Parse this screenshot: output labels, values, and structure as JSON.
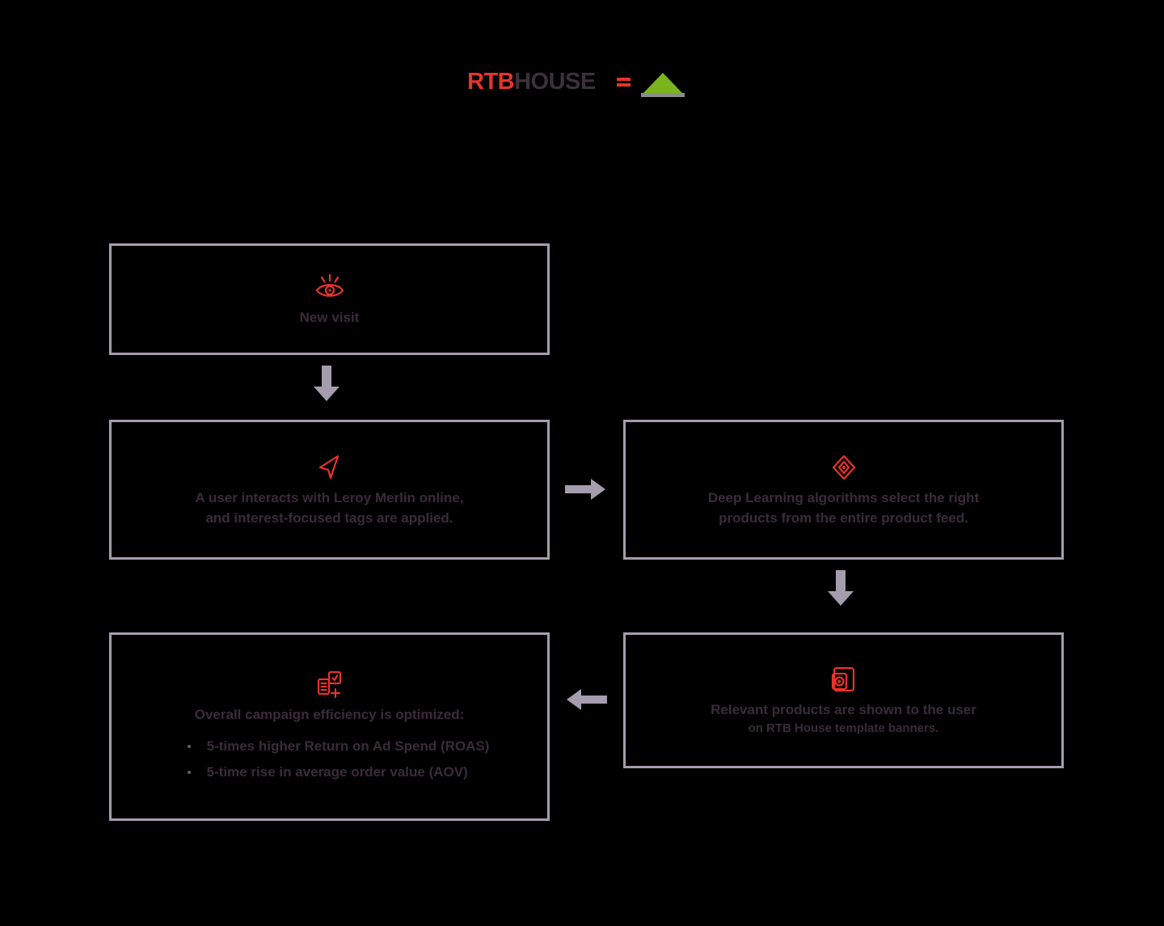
{
  "header": {
    "brand_rtb": "RTB",
    "brand_house": "HOUSE",
    "equals_icon": "equals-icon",
    "partner_logo_icon": "green-triangle-logo"
  },
  "colors": {
    "brand_red": "#e8332a",
    "brand_dark": "#3b3139",
    "box_border": "#a59dad",
    "text": "#3b2b3b",
    "arrow": "#a59dad",
    "partner_green": "#7ab51d",
    "partner_gray": "#8c8c8c",
    "background": "#000000"
  },
  "flow": {
    "steps": [
      {
        "id": "new-visit",
        "icon": "eye-icon",
        "title": "New visit",
        "subtitle": "",
        "bullets": []
      },
      {
        "id": "user-interacts",
        "icon": "cursor-arrow-icon",
        "title": "A user interacts with Leroy Merlin online,",
        "subtitle": "and interest-focused tags are applied.",
        "bullets": []
      },
      {
        "id": "deep-learning",
        "icon": "diamond-target-icon",
        "title": "Deep Learning algorithms select the right",
        "subtitle": "products from the entire product feed.",
        "bullets": []
      },
      {
        "id": "relevant-products",
        "icon": "banner-play-icon",
        "title": "Relevant products are shown to the user",
        "subtitle": "on RTB House template banners.",
        "bullets": []
      },
      {
        "id": "campaign-outcomes",
        "icon": "chart-sparkle-icon",
        "title": "Overall campaign efficiency is optimized:",
        "subtitle": "",
        "bullets": [
          "5-times higher Return on Ad Spend (ROAS)",
          "5-time rise in average order value (AOV)"
        ]
      }
    ],
    "arrows": [
      {
        "id": "arrow-down-1",
        "direction": "down"
      },
      {
        "id": "arrow-right-1",
        "direction": "right"
      },
      {
        "id": "arrow-down-2",
        "direction": "down"
      },
      {
        "id": "arrow-left-1",
        "direction": "left"
      }
    ]
  }
}
